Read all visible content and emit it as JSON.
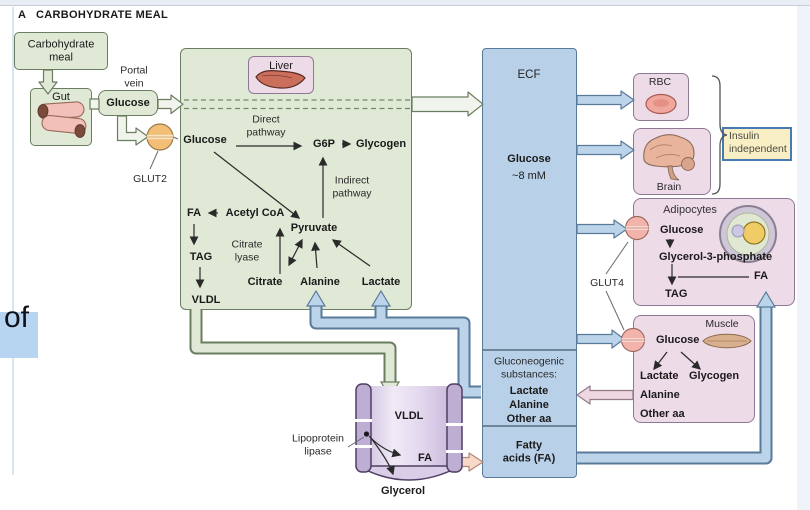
{
  "colors": {
    "green_fill": "#dfe9d6",
    "green_border": "#6b7d60",
    "pink_fill": "#eedbe8",
    "pink_border": "#8e7894",
    "blue_fill": "#bcd4ea",
    "blue_border": "#5a7a9a",
    "ecf_fill": "#b9d1e8",
    "yellow_fill": "#f9efc4",
    "yellow_border": "#4779b3",
    "selection": "#b7d4f1",
    "transporter_orange": "#f3bf77",
    "transporter_pink": "#f2b4aa"
  },
  "page": {
    "selected_text": "of"
  },
  "figure": {
    "panel_label": "A",
    "panel_title": "CARBOHYDRATE MEAL",
    "carb_meal_box": "Carbohydrate\nmeal",
    "gut_label": "Gut",
    "portal_vein_label": "Portal\nvein",
    "glucose_box": "Glucose",
    "glut2_label": "GLUT2",
    "glut4_label": "GLUT4",
    "liver": {
      "organ_label": "Liver",
      "glucose": "Glucose",
      "direct_pathway": "Direct\npathway",
      "g6p": "G6P",
      "glycogen": "Glycogen",
      "indirect_pathway": "Indirect\npathway",
      "fa": "FA",
      "acetyl_coa": "Acetyl CoA",
      "citrate_lyase": "Citrate\nlyase",
      "tag": "TAG",
      "vldl": "VLDL",
      "pyruvate": "Pyruvate",
      "citrate": "Citrate",
      "alanine": "Alanine",
      "lactate": "Lactate"
    },
    "ecf": {
      "title": "ECF",
      "glucose": "Glucose",
      "concentration": "~8 mM",
      "gluconeogenic_header": "Gluconeogenic\nsubstances:",
      "lactate": "Lactate",
      "alanine": "Alanine",
      "other_aa": "Other aa",
      "fatty_acids": "Fatty\nacids (FA)"
    },
    "rbc_label": "RBC",
    "brain_label": "Brain",
    "insulin_note": "Insulin\nindependent",
    "adipocytes": {
      "title": "Adipocytes",
      "glucose": "Glucose",
      "g3p": "Glycerol-3-phosphate",
      "tag": "TAG",
      "fa": "FA"
    },
    "muscle": {
      "title": "Muscle",
      "glucose": "Glucose",
      "lactate": "Lactate",
      "glycogen": "Glycogen",
      "alanine": "Alanine",
      "other_aa": "Other aa"
    },
    "capillary": {
      "vldl": "VLDL",
      "lipoprotein_lipase": "Lipoprotein\nlipase",
      "fa": "FA",
      "glycerol": "Glycerol"
    }
  }
}
